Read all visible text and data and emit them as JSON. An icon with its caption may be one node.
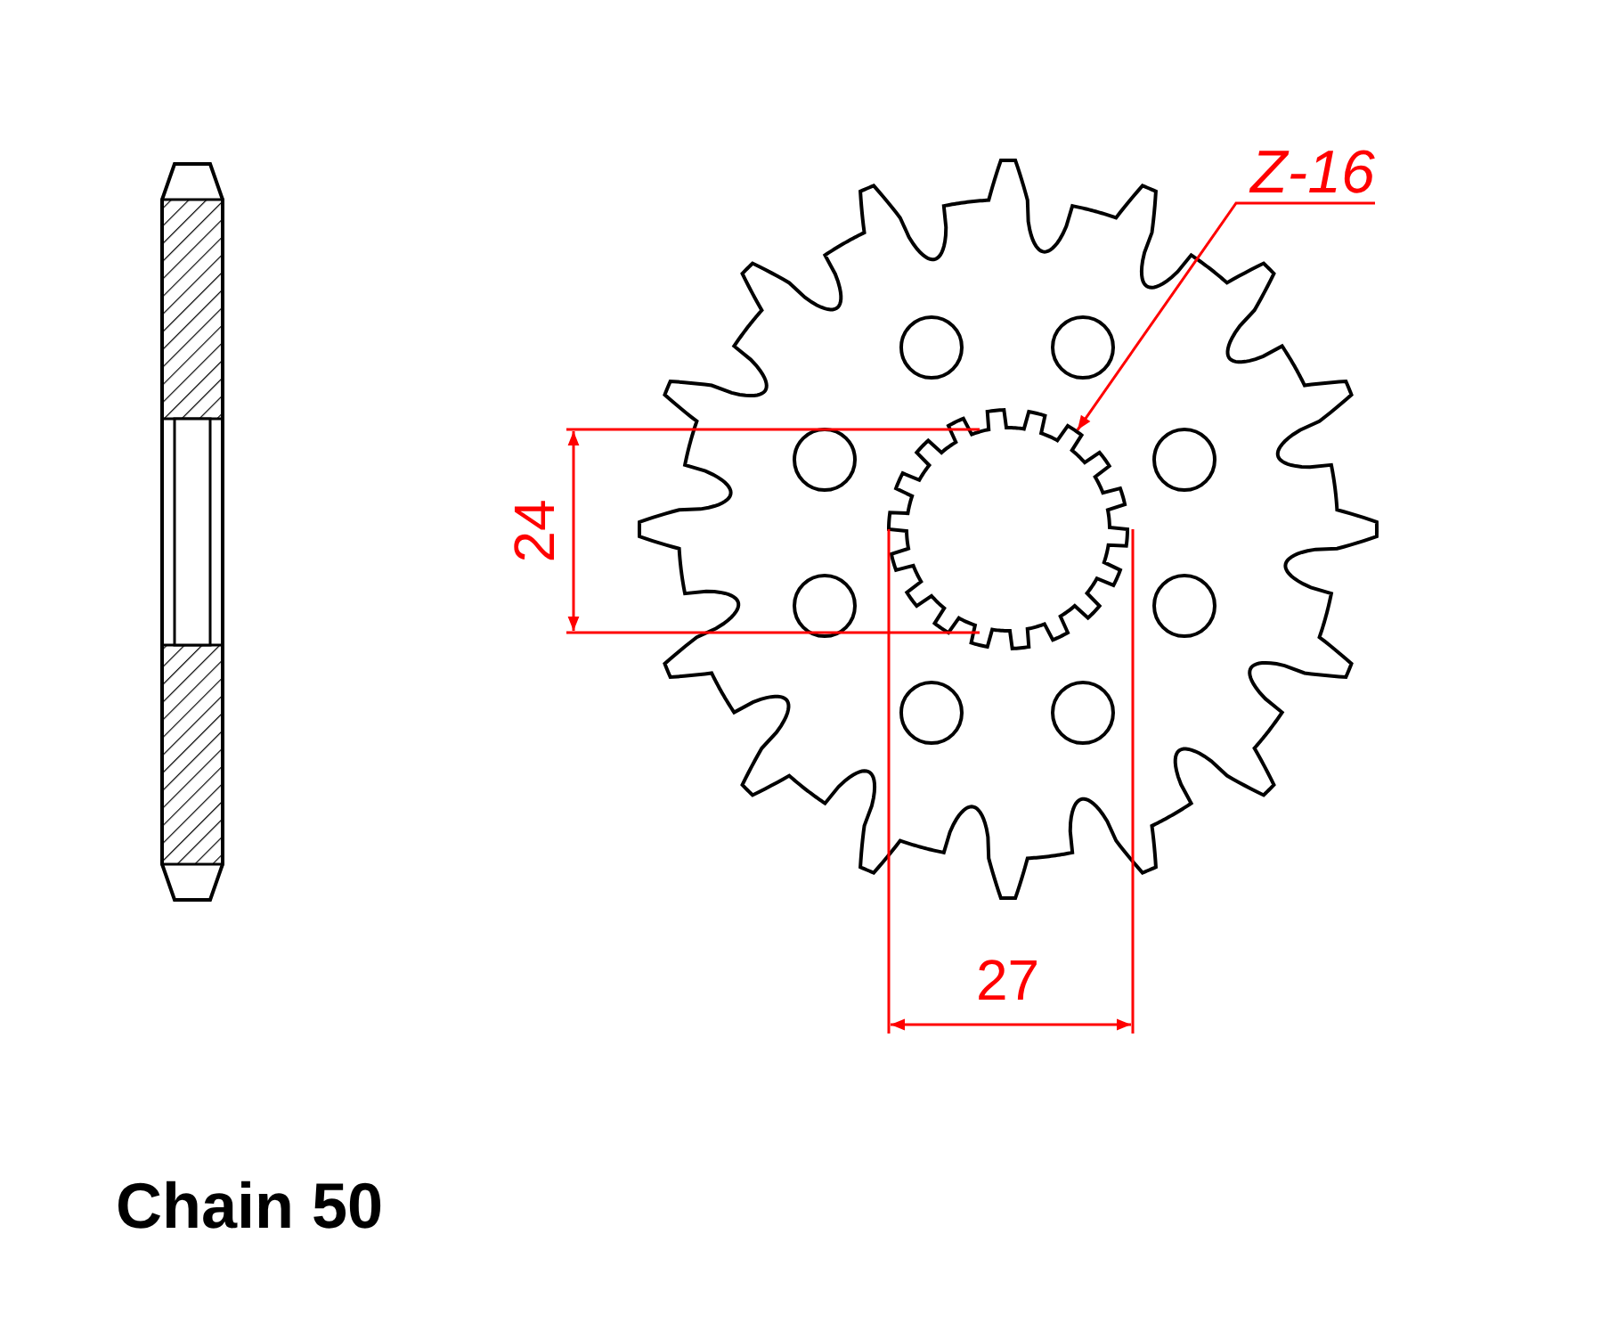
{
  "diagram": {
    "nodes": [
      {
        "text": [
          "Z-16"
        ]
      },
      {
        "text": [],
        "shape": "picture"
      }
    ],
    "edges": [
      {
        "from": 0,
        "to": 1,
        "arrow": "to",
        "color": "#ff0000"
      }
    ],
    "labels": [
      "24",
      "27",
      "Chain 50"
    ]
  }
}
